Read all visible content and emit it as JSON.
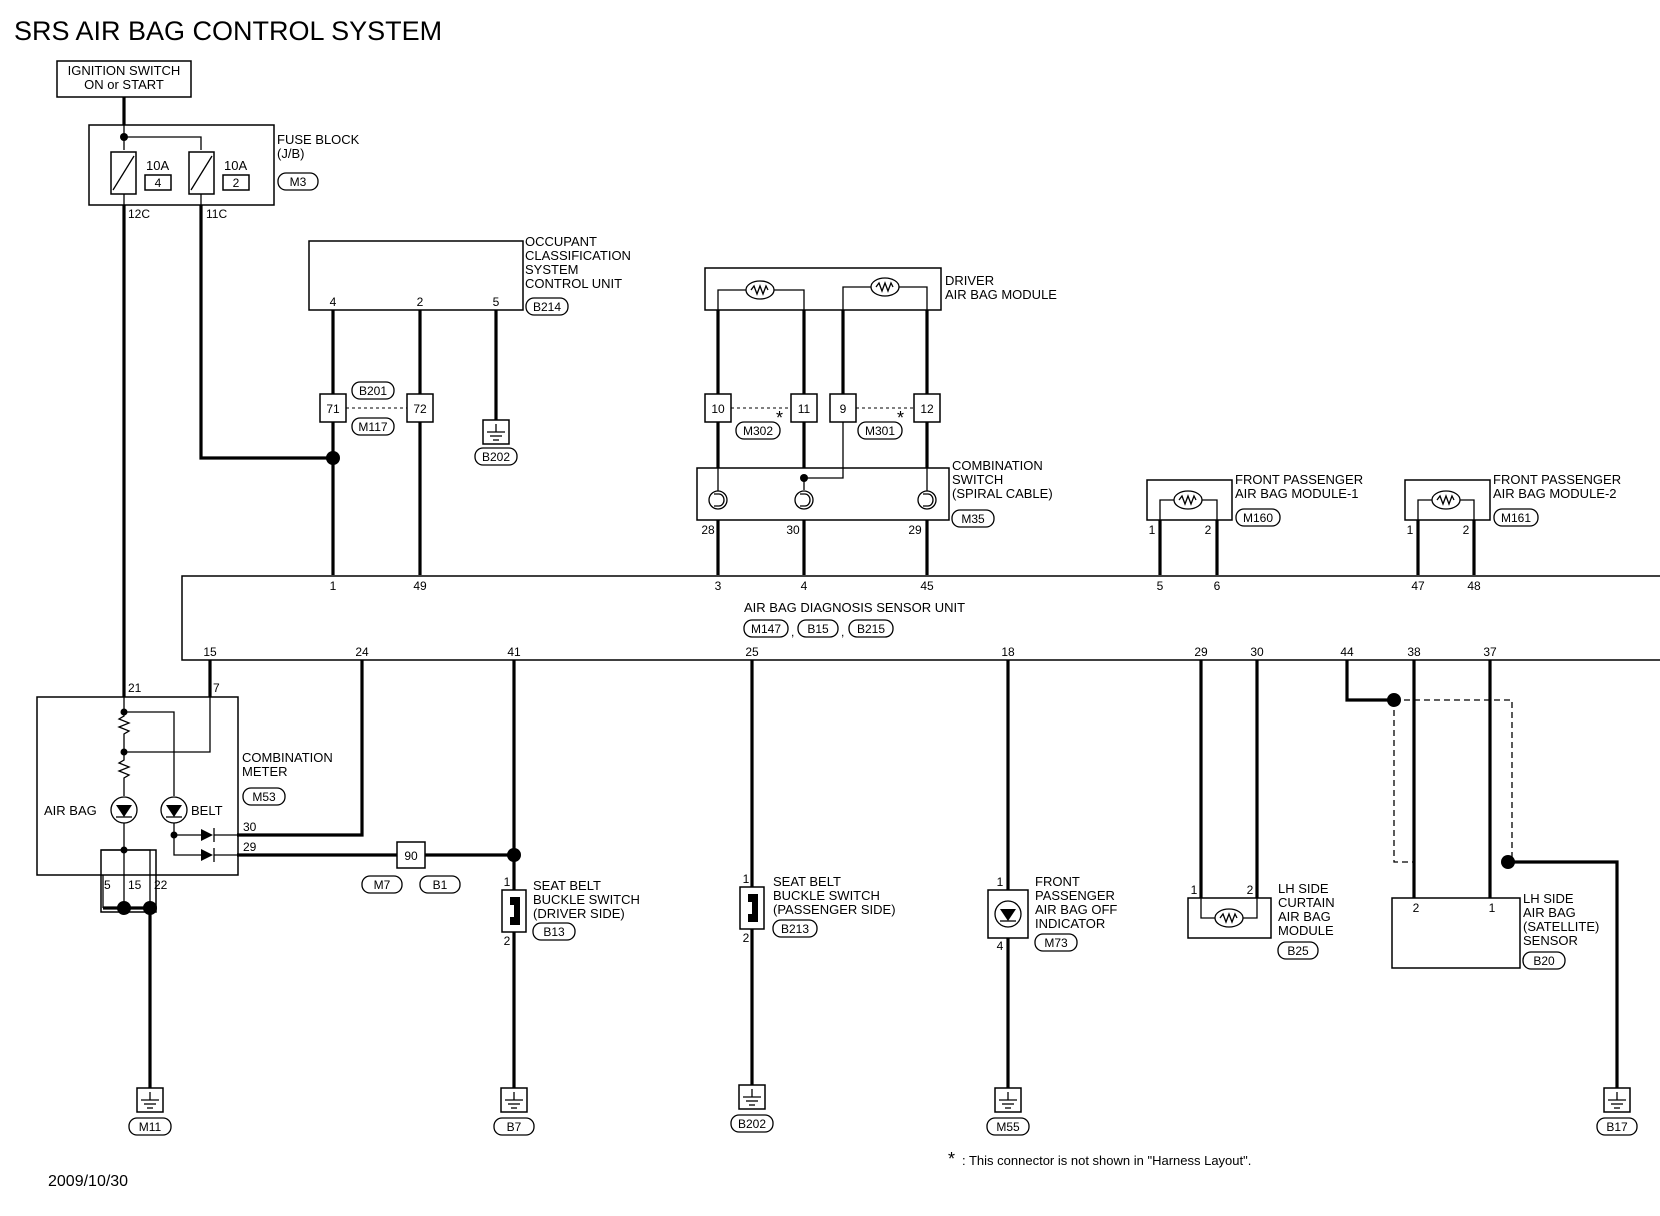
{
  "title": "SRS AIR BAG CONTROL SYSTEM",
  "date": "2009/10/30",
  "footnote": ": This connector is not shown in \"Harness Layout\".",
  "footnote_star": "*",
  "ignition": {
    "line1": "IGNITION SWITCH",
    "line2": "ON or START"
  },
  "fuse_block": {
    "label1": "FUSE BLOCK",
    "label2": "(J/B)",
    "connector": "M3",
    "fuse1_amp": "10A",
    "fuse1_no": "4",
    "fuse2_amp": "10A",
    "fuse2_no": "2",
    "terminal1": "12C",
    "terminal2": "11C"
  },
  "occupant_unit": {
    "label": [
      "OCCUPANT",
      "CLASSIFICATION",
      "SYSTEM",
      "CONTROL UNIT"
    ],
    "connector": "B214",
    "pin_a": "4",
    "pin_b": "2",
    "pin_c": "5"
  },
  "jc_b201": {
    "connector_top": "B201",
    "connector_bottom": "M117",
    "pin_a": "71",
    "pin_b": "72"
  },
  "ground_b202_top": "B202",
  "driver_module": {
    "label": [
      "DRIVER",
      "AIR BAG MODULE"
    ]
  },
  "jc_m302": {
    "connector": "M302",
    "pin_a": "10",
    "pin_b": "11",
    "star": "*"
  },
  "jc_m301": {
    "connector": "M301",
    "pin_a": "9",
    "pin_b": "12",
    "star": "*"
  },
  "combination_switch": {
    "label": [
      "COMBINATION",
      "SWITCH",
      "(SPIRAL CABLE)"
    ],
    "connector": "M35",
    "pin_a": "28",
    "pin_b": "30",
    "pin_c": "29"
  },
  "fp_module_1": {
    "label": [
      "FRONT PASSENGER",
      "AIR BAG MODULE-1"
    ],
    "connector": "M160",
    "pin_a": "1",
    "pin_b": "2"
  },
  "fp_module_2": {
    "label": [
      "FRONT PASSENGER",
      "AIR BAG MODULE-2"
    ],
    "connector": "M161",
    "pin_a": "1",
    "pin_b": "2"
  },
  "diagnosis_unit": {
    "label": "AIR BAG DIAGNOSIS SENSOR UNIT",
    "connectors": [
      "M147",
      "B15",
      "B215"
    ],
    "connector_sep": ",",
    "top_pins": [
      "1",
      "49",
      "3",
      "4",
      "45",
      "5",
      "6",
      "47",
      "48"
    ],
    "bottom_pins": [
      "15",
      "24",
      "41",
      "25",
      "18",
      "29",
      "30",
      "44",
      "38",
      "37"
    ]
  },
  "combination_meter": {
    "label": [
      "COMBINATION",
      "METER"
    ],
    "connector": "M53",
    "airbag_label": "AIR BAG",
    "belt_label": "BELT",
    "pin_21": "21",
    "pin_7": "7",
    "pin_30": "30",
    "pin_29": "29",
    "pin_5": "5",
    "pin_15": "15",
    "pin_22": "22"
  },
  "jc_90": {
    "pin": "90",
    "connector_a": "M7",
    "connector_b": "B1"
  },
  "seat_belt_driver": {
    "label": [
      "SEAT BELT",
      "BUCKLE SWITCH",
      "(DRIVER SIDE)"
    ],
    "connector": "B13",
    "pin_a": "1",
    "pin_b": "2"
  },
  "seat_belt_passenger": {
    "label": [
      "SEAT BELT",
      "BUCKLE SWITCH",
      "(PASSENGER SIDE)"
    ],
    "connector": "B213",
    "pin_a": "1",
    "pin_b": "2"
  },
  "fp_off_indicator": {
    "label": [
      "FRONT",
      "PASSENGER",
      "AIR BAG OFF",
      "INDICATOR"
    ],
    "connector": "M73",
    "pin_a": "1",
    "pin_b": "4"
  },
  "lh_curtain": {
    "label": [
      "LH SIDE",
      "CURTAIN",
      "AIR BAG",
      "MODULE"
    ],
    "connector": "B25",
    "pin_a": "1",
    "pin_b": "2"
  },
  "lh_satellite": {
    "label": [
      "LH SIDE",
      "AIR BAG",
      "(SATELLITE)",
      "SENSOR"
    ],
    "connector": "B20",
    "pin_a": "2",
    "pin_b": "1"
  },
  "grounds": [
    "M11",
    "B7",
    "B202",
    "M55",
    "B17"
  ]
}
